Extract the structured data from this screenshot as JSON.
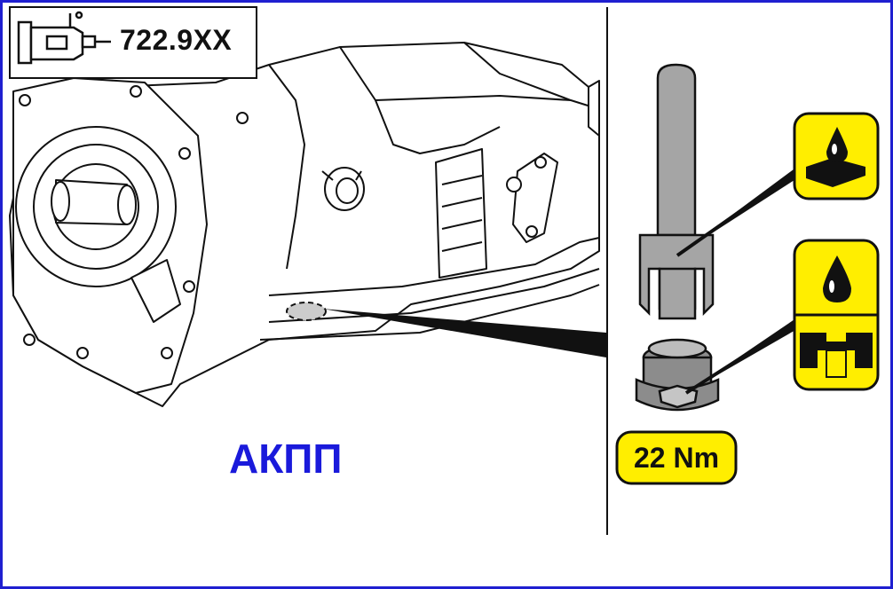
{
  "header": {
    "model_code": "722.9XX"
  },
  "main": {
    "component_label": "АКПП"
  },
  "legend": {
    "torque": "22 Nm",
    "icons": [
      "oil-seal-icon",
      "oil-drop-icon"
    ]
  },
  "colors": {
    "border": "#1f1fd0",
    "label_blue": "#1a1adb",
    "badge_yellow": "#ffee00",
    "line": "#111111"
  }
}
